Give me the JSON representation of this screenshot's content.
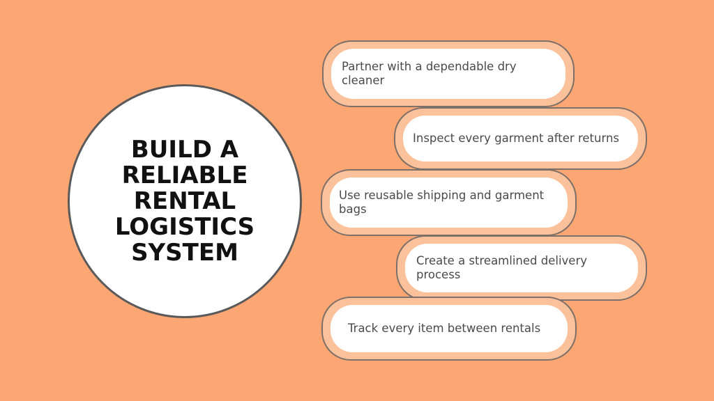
{
  "title": "BUILD A RELIABLE RENTAL LOGISTICS SYSTEM",
  "colors": {
    "background": "#fca673",
    "circle_fill": "#ffffff",
    "circle_border": "#5a5a5a",
    "step_frame": "#fbc19b",
    "step_fill": "#ffffff",
    "connector": "#7b7b7b",
    "title_text": "#111111",
    "step_text": "#4a4a4a"
  },
  "steps": [
    {
      "label": "Partner with a dependable dry cleaner"
    },
    {
      "label": "Inspect every garment after returns"
    },
    {
      "label": "Use reusable shipping and garment bags"
    },
    {
      "label": "Create a streamlined delivery process"
    },
    {
      "label": "Track every item between rentals"
    }
  ]
}
